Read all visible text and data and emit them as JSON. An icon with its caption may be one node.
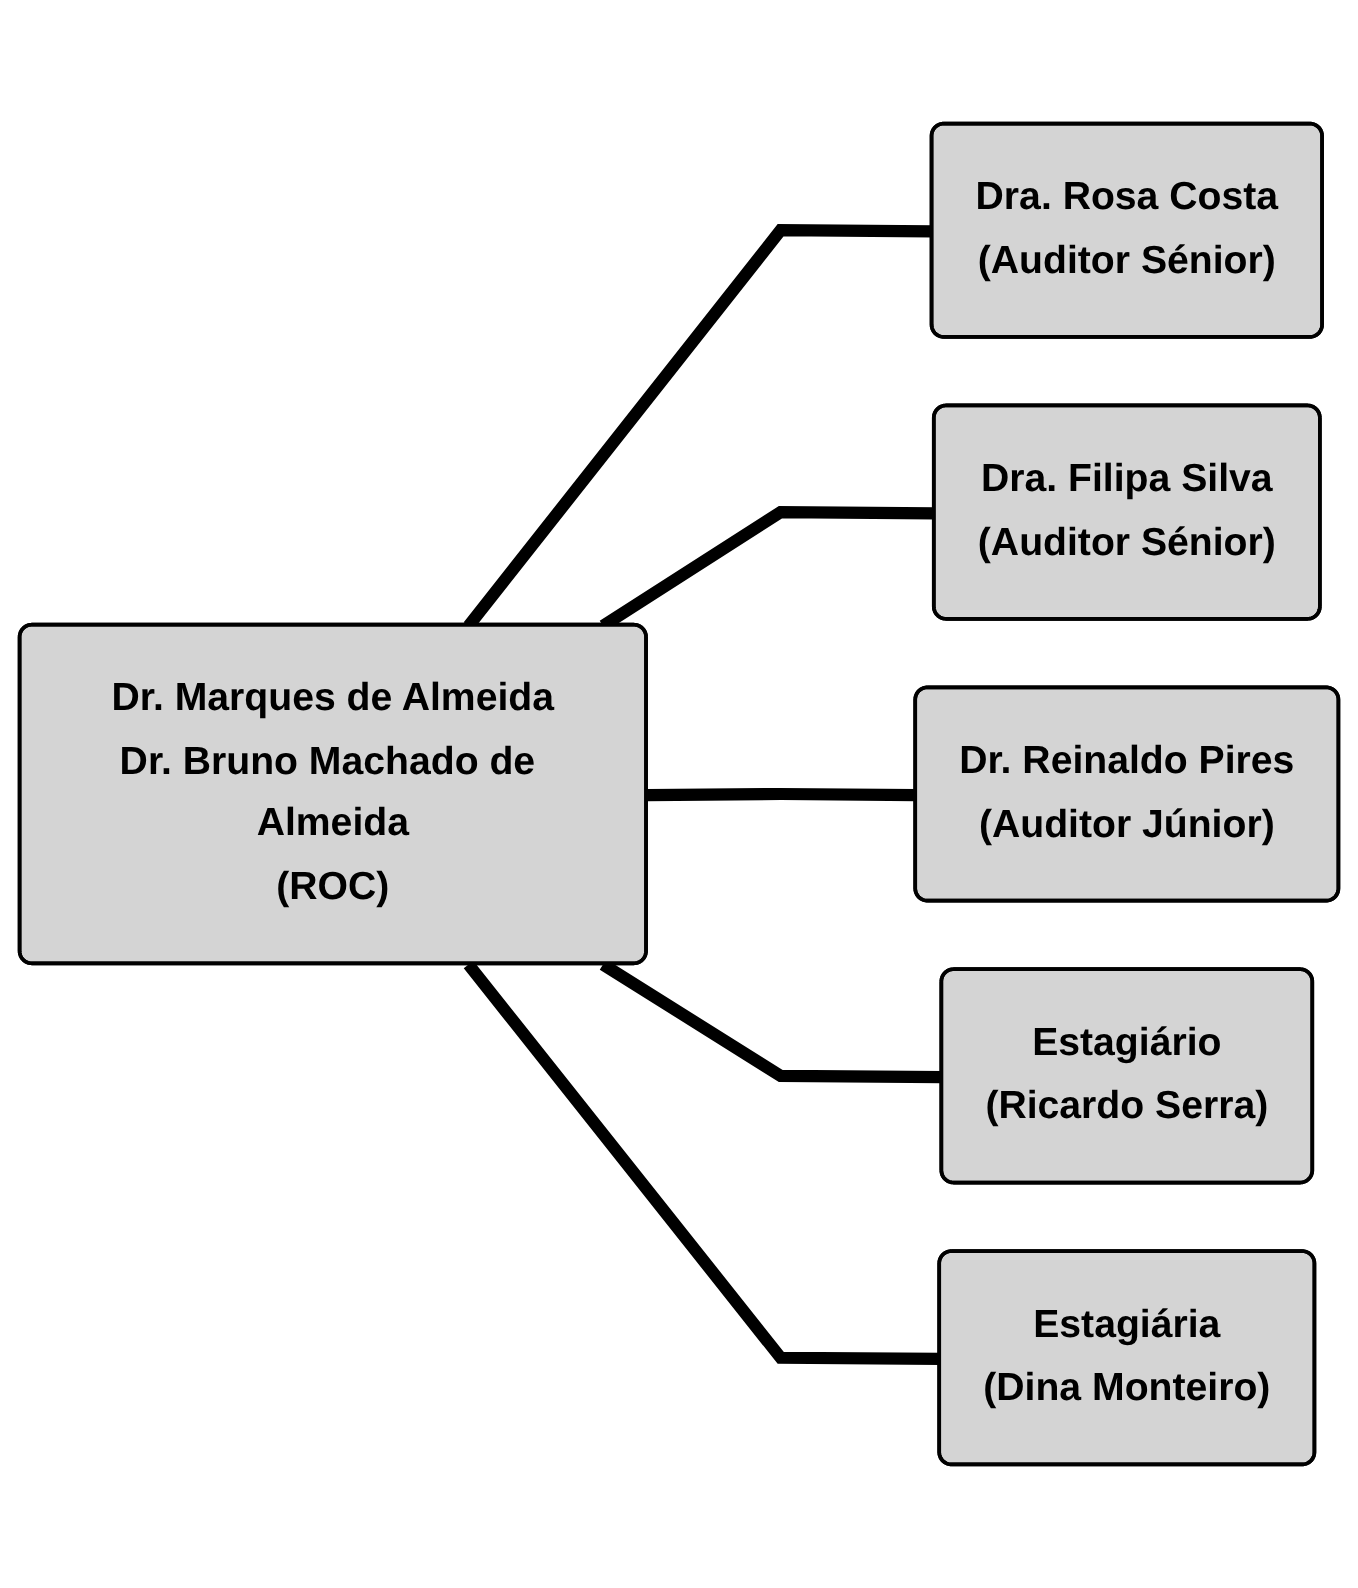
{
  "diagram": {
    "nodes": [
      {
        "text": [
          "Dr. Marques de Almeida",
          "Dr. Bruno Machado de Almeida",
          "(ROC)"
        ]
      },
      {
        "text": [
          "Dra. Rosa Costa",
          "(Auditor Sénior)"
        ]
      },
      {
        "text": [
          "Dra. Filipa Silva",
          "(Auditor Sénior)"
        ]
      },
      {
        "text": [
          "Dr. Reinaldo Pires",
          "(Auditor Júnior)"
        ]
      },
      {
        "text": [
          "Estagiário",
          "(Ricardo Serra)"
        ]
      },
      {
        "text": [
          "Estagiária",
          "(Dina Monteiro)"
        ]
      }
    ],
    "edges": [
      {
        "from": 0,
        "to": 1,
        "arrow": "none"
      },
      {
        "from": 0,
        "to": 2,
        "arrow": "none"
      },
      {
        "from": 0,
        "to": 3,
        "arrow": "none"
      },
      {
        "from": 0,
        "to": 4,
        "arrow": "none"
      },
      {
        "from": 0,
        "to": 5,
        "arrow": "none"
      }
    ]
  }
}
